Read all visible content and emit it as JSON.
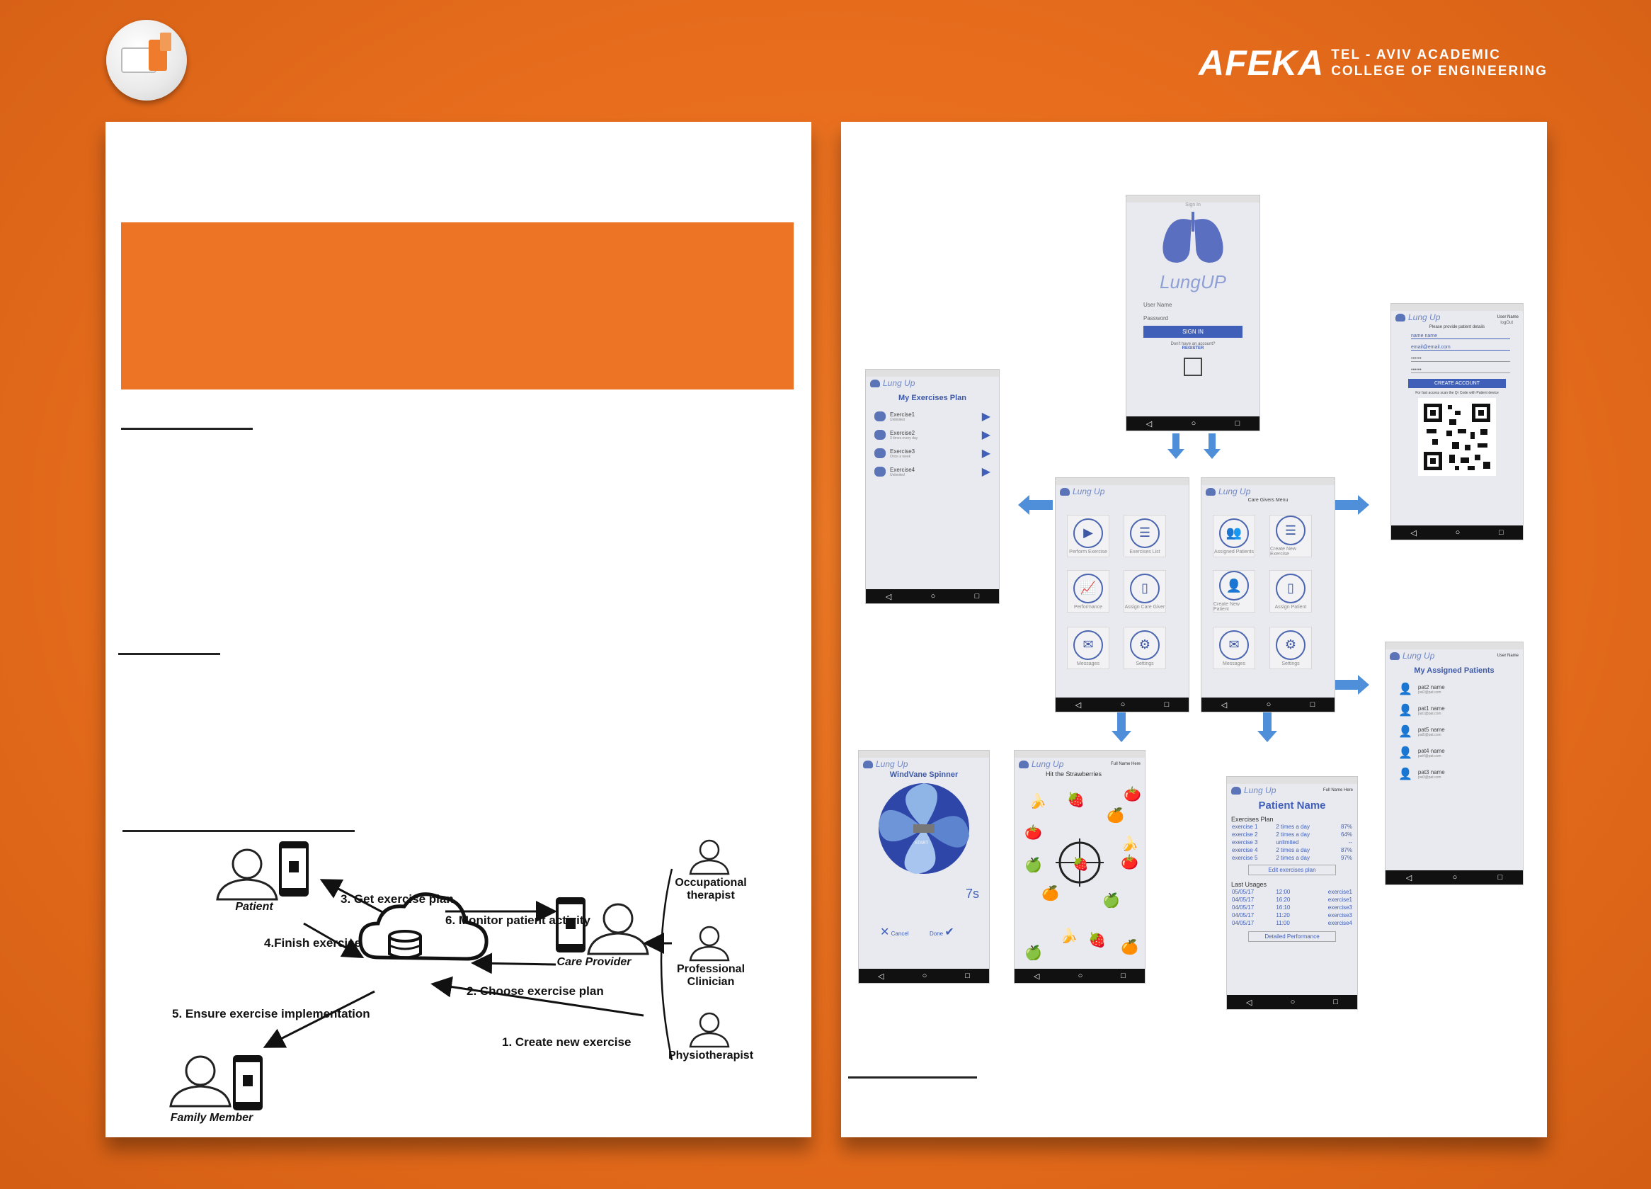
{
  "header": {
    "brand_name": "AFEKA",
    "brand_line1": "TEL - AVIV ACADEMIC",
    "brand_line2": "COLLEGE OF ENGINEERING"
  },
  "diagram": {
    "patient": "Patient",
    "care_provider": "Care Provider",
    "family_member": "Family Member",
    "occupational_therapist_1": "Occupational",
    "occupational_therapist_2": "therapist",
    "professional_clinician_1": "Professional",
    "professional_clinician_2": "Clinician",
    "physiotherapist": "Physiotherapist",
    "step1": "1. Create new exercise",
    "step2": "2. Choose exercise plan",
    "step3": "3. Get exercise plan",
    "step4": "4.Finish exercise",
    "step5": "5. Ensure exercise implementation",
    "step6": "6. Monitor patient activity"
  },
  "screens": {
    "signin": {
      "title": "Sign In",
      "app_name": "LungUP",
      "username": "User Name",
      "password": "Password",
      "button": "SIGN IN",
      "no_account": "Don't have an account?",
      "register": "REGISTER"
    },
    "brand": "Lung Up",
    "exercises_plan": {
      "title": "My Exercises Plan",
      "items": [
        {
          "name": "Exercise1",
          "freq": "Unlimited"
        },
        {
          "name": "Exercise2",
          "freq": "3 times every day"
        },
        {
          "name": "Exercise3",
          "freq": "Once a week"
        },
        {
          "name": "Exercise4",
          "freq": "Unlimited"
        }
      ]
    },
    "patient_menu": {
      "tiles": [
        "Perform Exercise",
        "Exercises List",
        "Performance",
        "Assign Care Giver",
        "Messages",
        "Settings"
      ]
    },
    "caregiver_menu": {
      "title": "Care Givers Menu",
      "tiles": [
        "Assigned Patients",
        "Create New Exercise",
        "Create New Patient",
        "Assign Patient",
        "Messages",
        "Settings"
      ]
    },
    "create_account": {
      "user": "User Name",
      "logout": "logOut",
      "prompt": "Please provide patient details",
      "name": "name name",
      "email": "email@email.com",
      "pass": "••••••",
      "pass2": "••••••",
      "button": "CREATE ACCOUNT",
      "hint": "For fast access scan the Qr Code with Patient device"
    },
    "assigned_patients": {
      "title": "My Assigned Patients",
      "user": "User Name",
      "items": [
        {
          "name": "pat2 name",
          "email": "pat2@pat.com"
        },
        {
          "name": "pat1 name",
          "email": "pat1@pat.com"
        },
        {
          "name": "pat5 name",
          "email": "pat5@pat.com"
        },
        {
          "name": "pat4 name",
          "email": "pat4@pat.com"
        },
        {
          "name": "pat3 name",
          "email": "pat3@pat.com"
        }
      ]
    },
    "windvane": {
      "title": "WindVane Spinner",
      "timer": "7s",
      "start": "START",
      "cancel": "Cancel",
      "done": "Done"
    },
    "strawberries": {
      "title": "Hit the Strawberries",
      "fullname": "Full Name Here"
    },
    "patient_detail": {
      "fullname": "Full Name Here",
      "name": "Patient Name",
      "plan_label": "Exercises Plan",
      "plan": [
        [
          "exercise 1",
          "2 times a day",
          "87%"
        ],
        [
          "exercise 2",
          "2 times a day",
          "64%"
        ],
        [
          "exercise 3",
          "unlimited",
          "--"
        ],
        [
          "exercise 4",
          "2 times a day",
          "87%"
        ],
        [
          "exercise 5",
          "2 times a day",
          "97%"
        ]
      ],
      "edit": "Edit exercises plan",
      "usages_label": "Last Usages",
      "usages": [
        [
          "05/05/17",
          "12:00",
          "exercise1"
        ],
        [
          "04/05/17",
          "16:20",
          "exercise1"
        ],
        [
          "04/05/17",
          "16:10",
          "exercise3"
        ],
        [
          "04/05/17",
          "11:20",
          "exercise3"
        ],
        [
          "04/05/17",
          "11:00",
          "exercise4"
        ]
      ],
      "detailed": "Detailed Performance"
    }
  }
}
